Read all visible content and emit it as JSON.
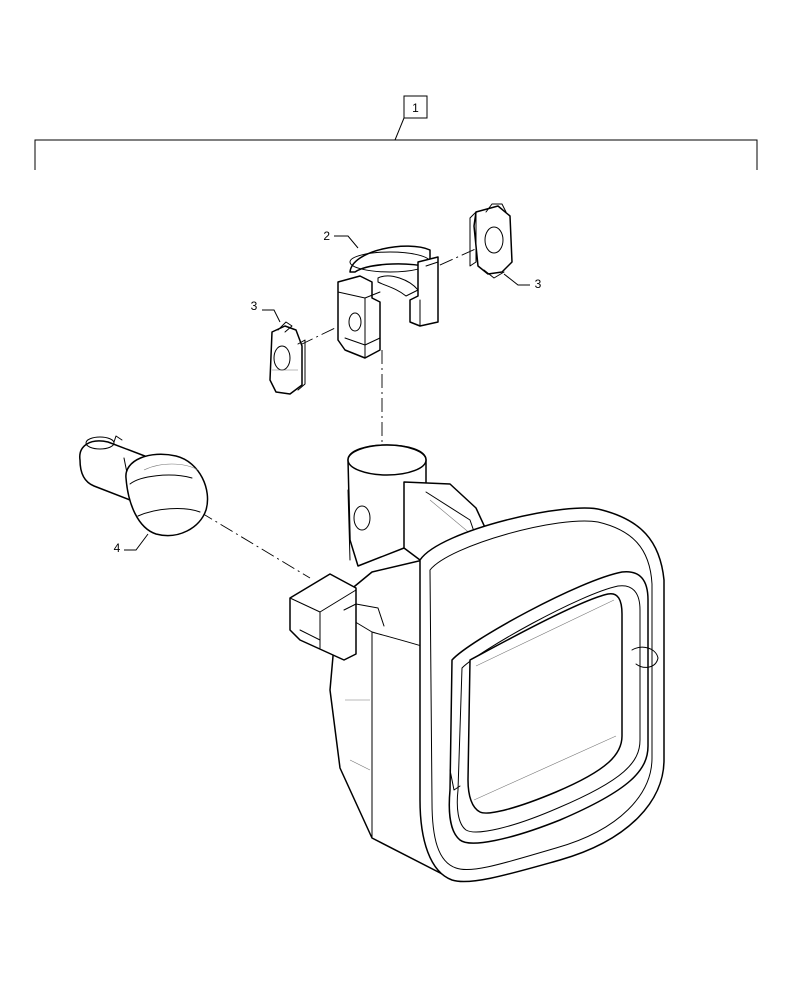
{
  "diagram": {
    "type": "exploded-parts-view",
    "callouts": [
      {
        "id": "assembly",
        "label": "1",
        "boxed": true
      },
      {
        "id": "mounting-clamp",
        "label": "2",
        "boxed": false
      },
      {
        "id": "clip-left",
        "label": "3",
        "boxed": false
      },
      {
        "id": "clip-right",
        "label": "3",
        "boxed": false
      },
      {
        "id": "bulb",
        "label": "4",
        "boxed": false
      }
    ]
  }
}
